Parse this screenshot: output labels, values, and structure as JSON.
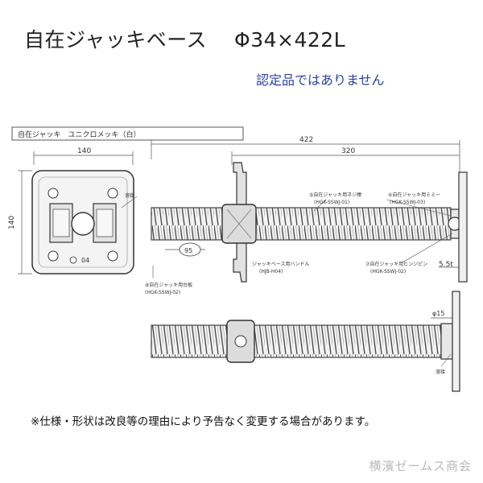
{
  "header": {
    "product_name": "自在ジャッキベース",
    "spec": "Φ34×422L",
    "certification_note": "認定品ではありません"
  },
  "drawing": {
    "title_block": "自在ジャッキ　ユニクロメッキ（白）",
    "dimensions": {
      "total_length": "422",
      "screw_length": "320",
      "plate_width": "140",
      "plate_height": "140",
      "handle_offset": "95",
      "plate_thickness": "5.5t",
      "pin_diameter": "φ15",
      "weld": "溶接"
    },
    "parts": [
      {
        "label": "⑤自在ジャッキ用ネジ棒",
        "code": "(HGK-SSWJ-01)"
      },
      {
        "label": "⑥自在ジャッキ用ミミー",
        "code": "(HGK-SSWJ-03)"
      },
      {
        "label": "⑦自在ジャッキ用ヒンジピン",
        "code": "(HGK-SSWJ-02)"
      },
      {
        "label": "ジャッキベース用ハンドル",
        "code": "(HJB-H04)"
      },
      {
        "label": "⑧自在ジャッキ用台板",
        "code": "(HGK-SSWJ-02)"
      }
    ],
    "plate_mark": "04"
  },
  "footer": {
    "note": "※仕様・形状は改良等の理由により予告なく変更する場合があります。",
    "watermark": "横濱ゼームス商会"
  }
}
